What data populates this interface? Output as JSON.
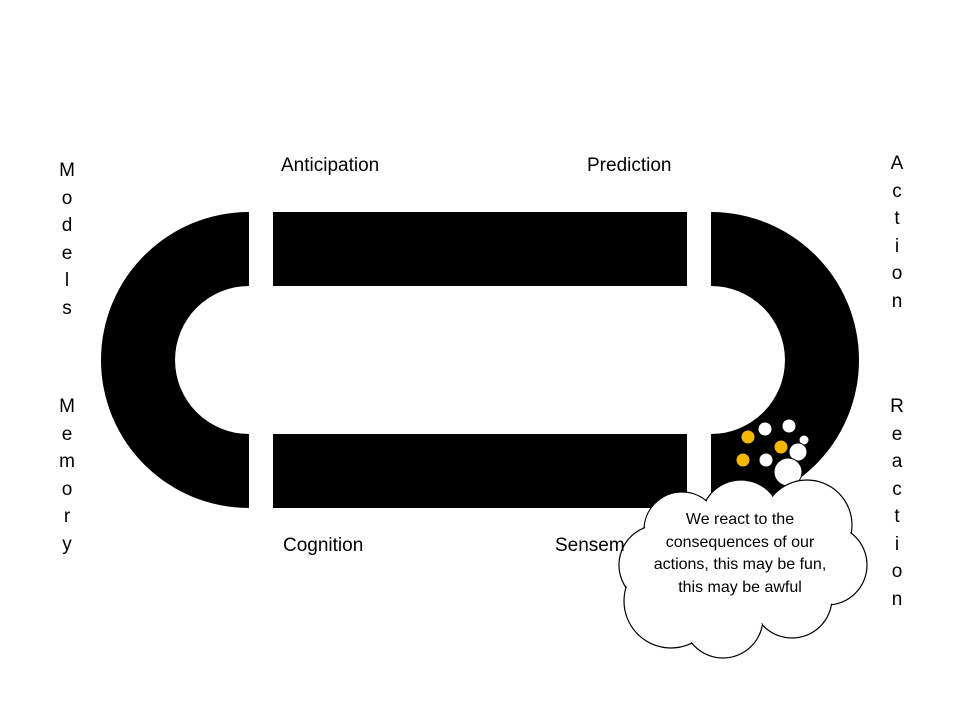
{
  "labels": {
    "anticipation": "Anticipation",
    "prediction": "Prediction",
    "cognition": "Cognition",
    "sensemaking": "Sensem"
  },
  "side_labels": {
    "models": "M\no\nd\ne\nl\ns",
    "memory": "M\ne\nm\no\nr\ny",
    "action": "A\nc\nt\ni\no\nn",
    "reaction": "R\ne\na\nc\nt\ni\no\nn"
  },
  "callout": {
    "text": "We react to the consequences of our actions, this may be fun, this may be awful"
  },
  "colors": {
    "track": "#000000",
    "token_gold": "#F5B800",
    "token_white": "#FFFFFF",
    "cloud_fill": "#FFFFFF",
    "cloud_stroke": "#000000"
  }
}
